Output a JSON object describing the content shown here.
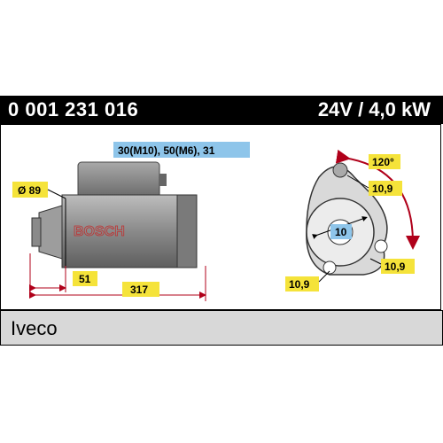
{
  "header": {
    "part_number": "0 001 231 016",
    "rating": "24V / 4,0 kW"
  },
  "diagram": {
    "terminals_label": "30(M10), 50(M6), 31",
    "brand_watermark": "BOSCH",
    "diameter_label": "Ø 89",
    "dim_short": "51",
    "dim_total": "317",
    "angle_label": "120°",
    "flange_dim_top": "10,9",
    "flange_dim_right": "10,9",
    "flange_dim_left": "10,9",
    "pinion_teeth": "10"
  },
  "footer": {
    "vehicle": "Iveco"
  },
  "colors": {
    "label_blue": "#8ec5ea",
    "label_yellow": "#f5e33a",
    "arrow_red": "#b0001a"
  }
}
